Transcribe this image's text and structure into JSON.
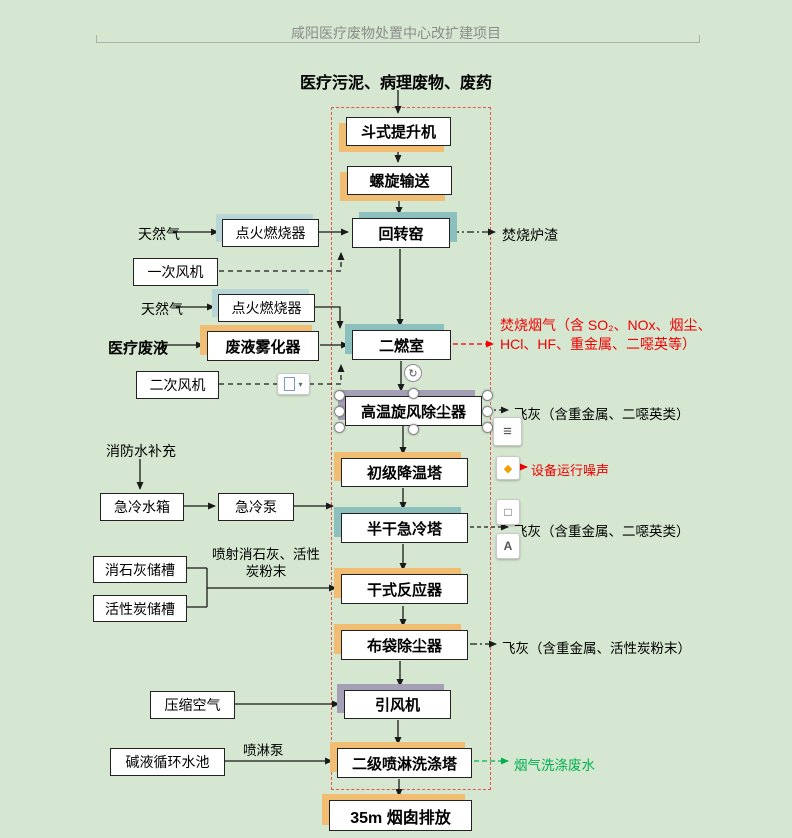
{
  "colors": {
    "page_bg": "#d5e7d1",
    "shadow_orange": "#f0bd72",
    "shadow_teal": "#8cc0bf",
    "shadow_teal_light": "#b7d6d5",
    "shadow_gray": "#a49fb4",
    "accent_red": "#f20000",
    "accent_green": "#00b050",
    "boundary_red": "#e8534e"
  },
  "header": {
    "title": "咸阳医疗废物处置中心改扩建项目"
  },
  "source": {
    "label": "医疗污泥、病理废物、废药"
  },
  "main_flow": [
    {
      "label": "斗式提升机"
    },
    {
      "label": "螺旋输送"
    },
    {
      "label": "回转窑"
    },
    {
      "label": "二燃室"
    },
    {
      "label": "高温旋风除尘器"
    },
    {
      "label": "初级降温塔"
    },
    {
      "label": "半干急冷塔"
    },
    {
      "label": "干式反应器"
    },
    {
      "label": "布袋除尘器"
    },
    {
      "label": "引风机"
    },
    {
      "label": "二级喷淋洗涤塔"
    },
    {
      "label": "35m 烟囱排放"
    }
  ],
  "left": {
    "natural_gas_1": "天然气",
    "burner_1": "点火燃烧器",
    "primary_fan": "一次风机",
    "natural_gas_2": "天然气",
    "burner_2": "点火燃烧器",
    "medical_liquid": "医疗废液",
    "atomizer": "废液雾化器",
    "secondary_fan": "二次风机",
    "fire_water": "消防水补充",
    "quench_tank": "急冷水箱",
    "quench_pump": "急冷泵",
    "lime_tank": "消石灰储槽",
    "carbon_tank": "活性炭储槽",
    "inject_label_line1": "喷射消石灰、活性",
    "inject_label_line2": "炭粉末",
    "compressed_air": "压缩空气",
    "alkali_pool": "碱液循环水池",
    "spray_pump": "喷淋泵"
  },
  "right": {
    "slag": "焚烧炉渣",
    "flue_gas_line1": "焚烧烟气（含 SO₂、NOx、烟尘、",
    "flue_gas_line2": "HCl、HF、重金属、二噁英等）",
    "fly_ash_1": "飞灰（含重金属、二噁英类）",
    "noise": "设备运行噪声",
    "fly_ash_2": "飞灰（含重金属、二噁英类）",
    "fly_ash_3": "飞灰（含重金属、活性炭粉末）",
    "scrub_water": "烟气洗涤废水"
  },
  "ui": {
    "icons": {
      "rotate": "↻",
      "paste_caret": "▾",
      "layout_options": "≡",
      "shape_fill": "◆",
      "shape_outline": "□",
      "text_style": "A"
    }
  }
}
